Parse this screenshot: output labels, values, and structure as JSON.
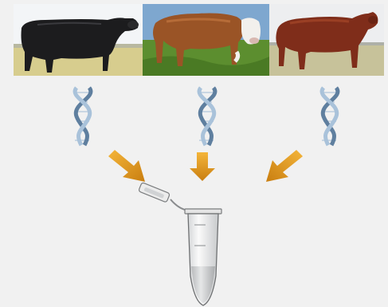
{
  "photos": [
    {
      "icon": "black-cow-photo",
      "animal": "cow",
      "coat_color": "#1c1c1e",
      "sky_color": "#f3f5f7",
      "grass_color": "#d7cd8e"
    },
    {
      "icon": "red-white-faced-cow-photo",
      "animal": "cow",
      "coat_color": "#9a5426",
      "sky_color": "#7ea7cf",
      "grass_color": "#5c8e2f"
    },
    {
      "icon": "red-cow-photo",
      "animal": "cow",
      "coat_color": "#7f2d1a",
      "sky_color": "#edeef0",
      "grass_color": "#c7c29a"
    }
  ],
  "dna_icons": [
    "dna-helix-icon",
    "dna-helix-icon",
    "dna-helix-icon"
  ],
  "arrows": [
    {
      "icon": "arrow-down-right-icon",
      "color": "#e8a01e"
    },
    {
      "icon": "arrow-down-icon",
      "color": "#e8a01e"
    },
    {
      "icon": "arrow-down-left-icon",
      "color": "#e8a01e"
    }
  ],
  "tube": {
    "icon": "microcentrifuge-tube-icon"
  },
  "colors": {
    "background": "#f1f1f1",
    "arrow": "#e8a01e",
    "dna": "#8fb0cf"
  }
}
